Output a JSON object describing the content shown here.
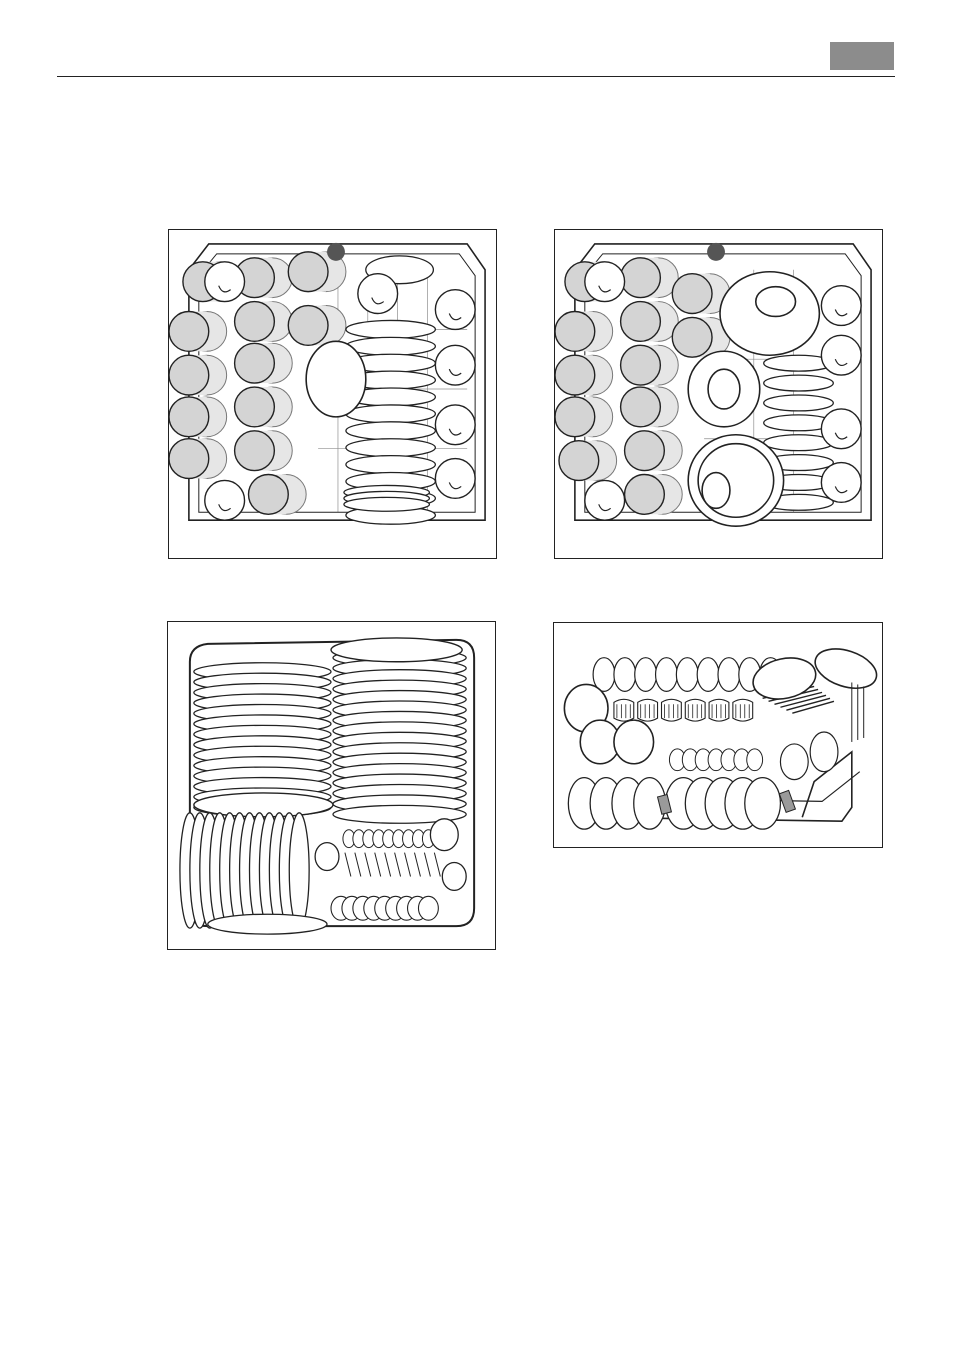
{
  "page": {
    "header_rule": true,
    "language_tab_color": "#8c8c8c",
    "language_tab_label": ""
  },
  "figures": [
    {
      "id": "fig-1",
      "depicts": "upper-basket-glasses-cups-plates-icon"
    },
    {
      "id": "fig-2",
      "depicts": "upper-basket-glasses-cups-bowls-icon"
    },
    {
      "id": "fig-3",
      "depicts": "lower-basket-plates-cutlery-icon"
    },
    {
      "id": "fig-4",
      "depicts": "cutlery-basket-icon"
    }
  ]
}
